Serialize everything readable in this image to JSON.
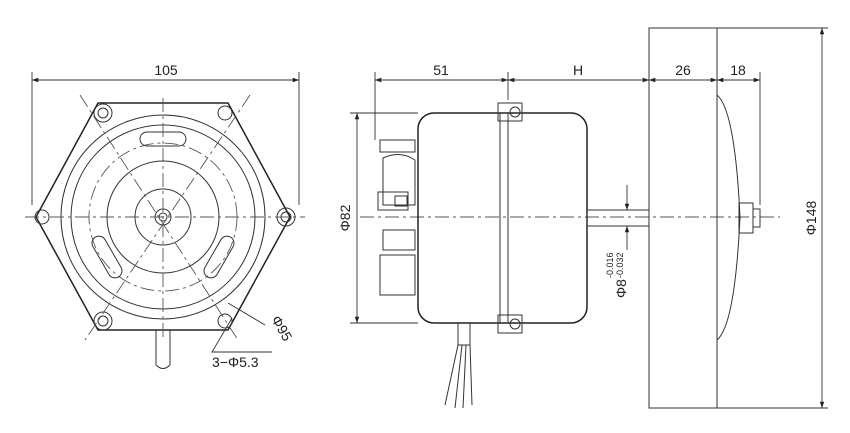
{
  "dimensions": {
    "width_105": "105",
    "depth_51": "51",
    "shaft_h": "H",
    "hub_26": "26",
    "nut_18": "18",
    "dia_82": "Φ82",
    "dia_95": "Φ95",
    "dia_148": "Φ148",
    "shaft_dia": "Φ8",
    "shaft_tol_upper": "-0.016",
    "shaft_tol_lower": "-0.032",
    "holes": "3−Φ5.3"
  }
}
